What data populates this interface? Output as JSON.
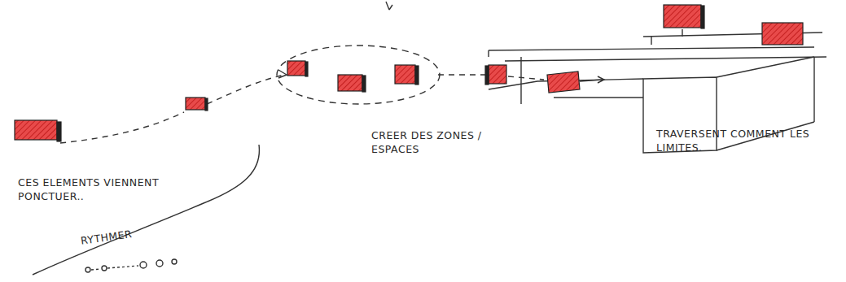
{
  "diagram": {
    "labels": [
      "CES ELEMENTS VIENNENT PONCTUER..",
      "RYTHMER",
      "CREER DES ZONES / ESPACES",
      "TRAVERSENT COMMENT LES LIMITES."
    ]
  }
}
